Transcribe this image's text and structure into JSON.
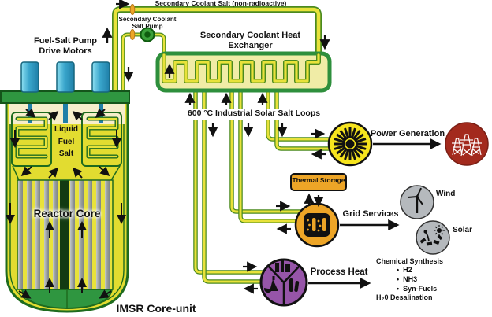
{
  "diagram": {
    "top_loop_label": "Secondary Coolant Salt (non-radioactive)",
    "pump_label": [
      "Secondary Coolant",
      "Salt Pump"
    ],
    "motor_label": [
      "Fuel-Salt Pump",
      "Drive Motors"
    ],
    "hx_label": [
      "Secondary Coolant Heat",
      "Exchanger"
    ],
    "solar_loops_label": "600 °C Industrial Solar Salt Loops",
    "vessel": {
      "liquid_fuel_salt": [
        "Liquid",
        "Fuel",
        "Salt"
      ],
      "reactor_core": "Reactor Core",
      "unit_label": "IMSR Core-unit"
    },
    "outputs": {
      "power_generation": "Power Generation",
      "grid_services": "Grid Services",
      "process_heat": "Process Heat",
      "thermal_storage": "Thermal Storage",
      "wind": "Wind",
      "solar": "Solar"
    },
    "chemical": {
      "title": "Chemical Synthesis",
      "bullet": "•",
      "items": [
        "H2",
        "NH3",
        "Syn-Fuels"
      ],
      "footer": "H₂0 Desalination"
    },
    "colors": {
      "pipe_yellow": "#e8e23a",
      "pipe_green": "#4a8a1f",
      "vessel_green": "#2f9640",
      "accent_orange": "#eda527",
      "accent_purple": "#9655a8",
      "accent_red": "#a32a1d",
      "accent_gray": "#b5b9bd",
      "turbine_yellow": "#f6e41e"
    }
  }
}
